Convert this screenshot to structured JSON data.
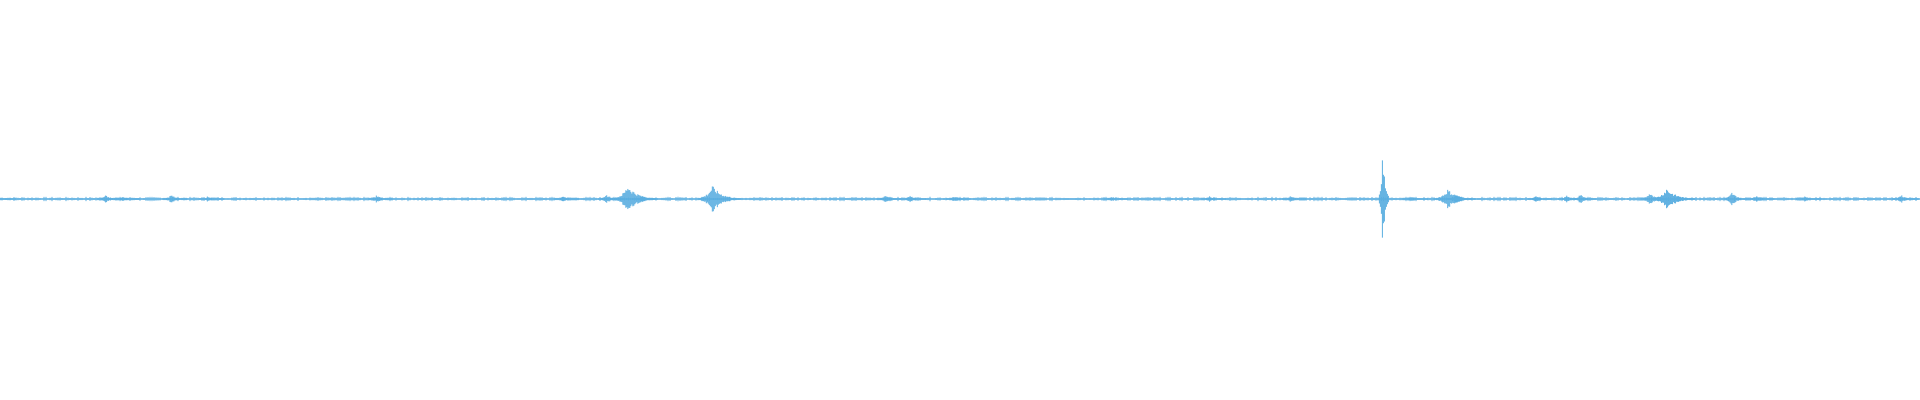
{
  "waveform": {
    "color": "#5aaee0",
    "baseline": 0.0,
    "amplitude_scale": 1.0,
    "events": [
      {
        "t": 0.0,
        "amp": 0.02
      },
      {
        "t": 0.055,
        "amp": 0.06
      },
      {
        "t": 0.064,
        "amp": 0.04
      },
      {
        "t": 0.089,
        "amp": 0.07
      },
      {
        "t": 0.108,
        "amp": 0.04
      },
      {
        "t": 0.196,
        "amp": 0.06
      },
      {
        "t": 0.293,
        "amp": 0.05
      },
      {
        "t": 0.316,
        "amp": 0.07
      },
      {
        "t": 0.327,
        "amp": 0.23
      },
      {
        "t": 0.334,
        "amp": 0.05
      },
      {
        "t": 0.371,
        "amp": 0.22
      },
      {
        "t": 0.461,
        "amp": 0.07
      },
      {
        "t": 0.474,
        "amp": 0.05
      },
      {
        "t": 0.497,
        "amp": 0.05
      },
      {
        "t": 0.579,
        "amp": 0.04
      },
      {
        "t": 0.63,
        "amp": 0.05
      },
      {
        "t": 0.672,
        "amp": 0.05
      },
      {
        "t": 0.72,
        "amp": 1.0
      },
      {
        "t": 0.735,
        "amp": 0.04
      },
      {
        "t": 0.754,
        "amp": 0.16
      },
      {
        "t": 0.758,
        "amp": 0.08
      },
      {
        "t": 0.8,
        "amp": 0.05
      },
      {
        "t": 0.816,
        "amp": 0.06
      },
      {
        "t": 0.823,
        "amp": 0.08
      },
      {
        "t": 0.859,
        "amp": 0.1
      },
      {
        "t": 0.868,
        "amp": 0.18
      },
      {
        "t": 0.874,
        "amp": 0.06
      },
      {
        "t": 0.902,
        "amp": 0.11
      },
      {
        "t": 0.915,
        "amp": 0.06
      },
      {
        "t": 0.94,
        "amp": 0.05
      },
      {
        "t": 0.99,
        "amp": 0.07
      }
    ]
  }
}
